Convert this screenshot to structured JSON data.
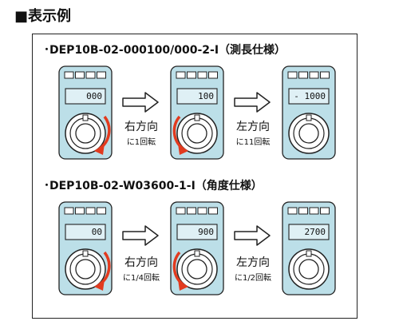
{
  "heading": "■表示例",
  "sections": [
    {
      "model": "･DEP10B-02-000100/000-2-I（測長仕様）",
      "devices": [
        {
          "display": "000",
          "rotation_arrow": "right"
        },
        {
          "display": "100",
          "rotation_arrow": "left"
        },
        {
          "display": "-  1000",
          "rotation_arrow": "none"
        }
      ],
      "steps": [
        {
          "direction": "右方向",
          "turns": "に1回転"
        },
        {
          "direction": "左方向",
          "turns": "に11回転"
        }
      ]
    },
    {
      "model": "･DEP10B-02-W03600-1-I（角度仕様）",
      "devices": [
        {
          "display": "00",
          "rotation_arrow": "right"
        },
        {
          "display": "900",
          "rotation_arrow": "left"
        },
        {
          "display": "2700",
          "rotation_arrow": "none"
        }
      ],
      "steps": [
        {
          "direction": "右方向",
          "turns": "に1/4回転"
        },
        {
          "direction": "左方向",
          "turns": "に1/2回転"
        }
      ]
    }
  ],
  "colors": {
    "body": "#bcdfe8",
    "screen": "#dff0f5",
    "outline": "#222222",
    "rotation_arrow": "#e23a1e"
  }
}
